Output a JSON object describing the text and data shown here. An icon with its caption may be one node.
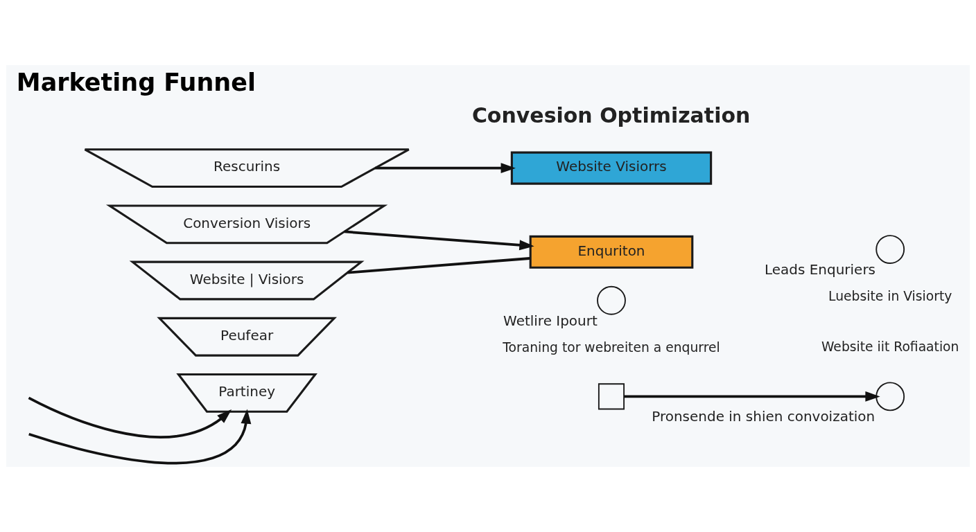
{
  "diagram": {
    "title": "Marketing Funnel",
    "nodes": [
      {
        "text": [
          "Rescurins"
        ]
      },
      {
        "text": [
          "Conversion Visiors"
        ]
      },
      {
        "text": [
          "Website | Visiors"
        ]
      },
      {
        "text": [
          "Peufear"
        ]
      },
      {
        "text": [
          "Partiney"
        ]
      },
      {
        "text": [
          "Website Visiorrs"
        ]
      },
      {
        "text": [
          "Enquriton"
        ]
      },
      {
        "text": [],
        "shape": "person",
        "beside": [
          "Leads Enquriers"
        ]
      },
      {
        "text": [],
        "shape": "person",
        "beside": [
          "Wetlire Ipourt"
        ]
      },
      {
        "text": [],
        "shape": "box"
      },
      {
        "text": [],
        "shape": "person",
        "beside": [
          "Pronsende in shien convoization"
        ]
      }
    ],
    "edges": [
      {
        "from": 0,
        "to": 5,
        "arrow": "to"
      },
      {
        "from": 1,
        "to": 6,
        "arrow": "to"
      },
      {
        "from": 2,
        "to": 6,
        "arrow": "none"
      },
      {
        "from": null,
        "to": 4,
        "arrow": "to"
      },
      {
        "from": null,
        "to": 4,
        "arrow": "to"
      },
      {
        "from": 9,
        "to": 10,
        "arrow": "to"
      }
    ],
    "labels": [
      "Convesion Optimization",
      "Luebsite in Visiorty",
      "Website iit Rofiaation",
      "Toraning tor webreiten a enqurrel"
    ]
  }
}
